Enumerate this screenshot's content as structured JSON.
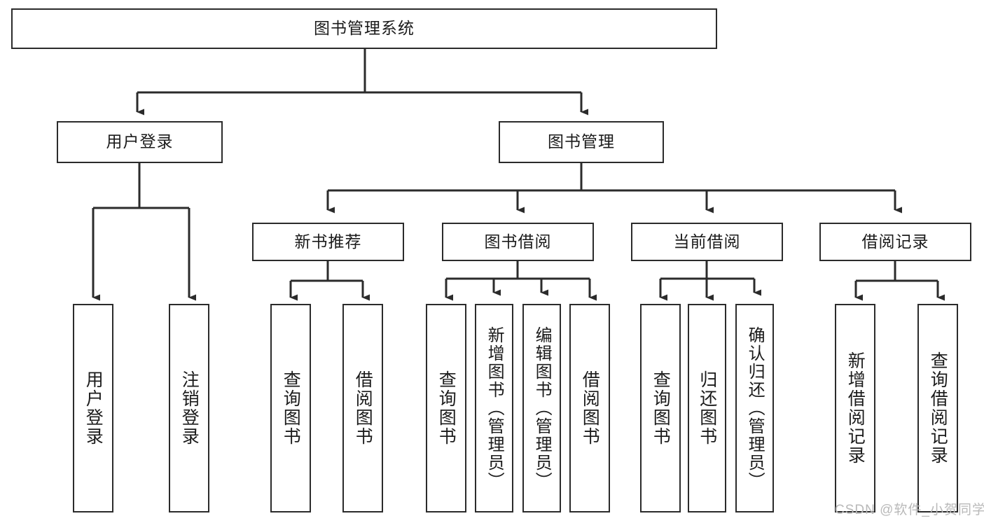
{
  "diagram": {
    "title": "图书管理系统",
    "type": "tree-hierarchy-diagram",
    "line_color": "#2b2b2b",
    "box_fill": "#ffffff",
    "text_color": "#1b1b1b",
    "background": "#ffffff",
    "root": {
      "label": "图书管理系统"
    },
    "level2": [
      {
        "label": "用户登录"
      },
      {
        "label": "图书管理"
      }
    ],
    "level3": [
      {
        "label": "新书推荐"
      },
      {
        "label": "图书借阅"
      },
      {
        "label": "当前借阅"
      },
      {
        "label": "借阅记录"
      }
    ],
    "leaves": {
      "user_login": [
        {
          "label": "用户登录"
        },
        {
          "label": "注销登录"
        }
      ],
      "new_book_recommend": [
        {
          "label": "查询图书"
        },
        {
          "label": "借阅图书"
        }
      ],
      "book_borrow": [
        {
          "label": "查询图书"
        },
        {
          "label": "新增图书（管理员）"
        },
        {
          "label": "编辑图书（管理员）"
        },
        {
          "label": "借阅图书"
        }
      ],
      "current_borrow": [
        {
          "label": "查询图书"
        },
        {
          "label": "归还图书"
        },
        {
          "label": "确认归还（管理员）"
        }
      ],
      "borrow_record": [
        {
          "label": "新增借阅记录"
        },
        {
          "label": "查询借阅记录"
        }
      ]
    }
  },
  "watermark": {
    "text": "CSDN @软件_小贺同学",
    "color": "#b9b9b9"
  }
}
